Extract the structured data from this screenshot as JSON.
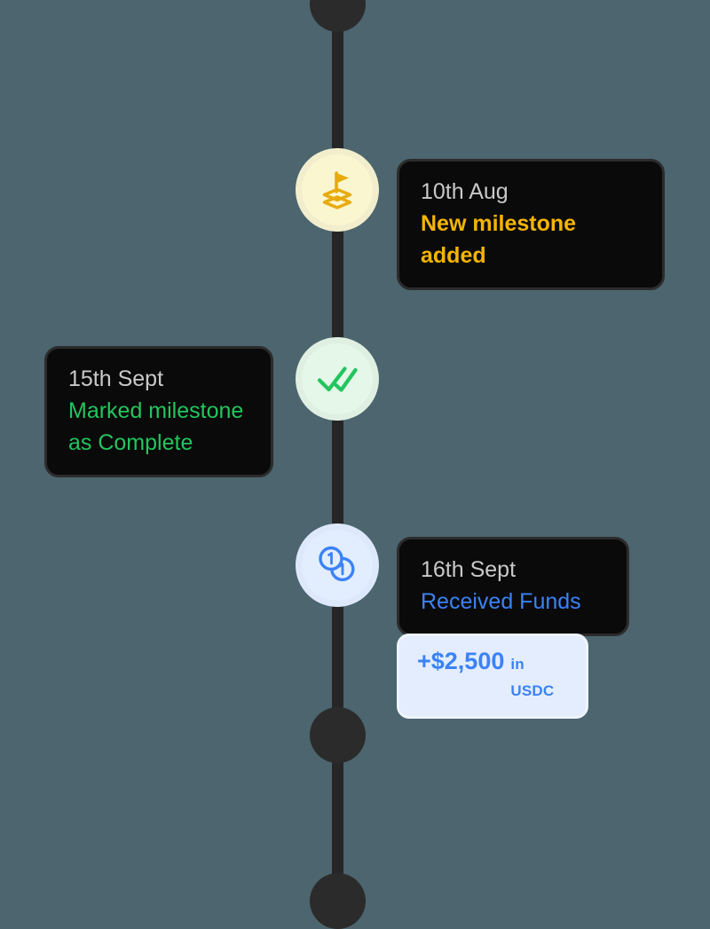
{
  "theme": {
    "background": "#4c656e",
    "spine_color": "#262626",
    "card_background": "#0a0a0a",
    "card_border": "#2c2c2c",
    "date_text_color": "#c9c9c9",
    "amber": "#f5b400",
    "green": "#22c55e",
    "blue": "#3b82f6",
    "badge_background": "#e3edfd"
  },
  "timeline": {
    "nodes": [
      {
        "name": "node-top",
        "type": "plain-dot"
      },
      {
        "name": "node-middle",
        "type": "plain-dot"
      },
      {
        "name": "node-bottom",
        "type": "plain-dot"
      }
    ],
    "events": [
      {
        "id": "milestone-added",
        "icon": "flag-map-icon",
        "icon_bubble_color": "#faf6cf",
        "icon_color": "#e8ab0d",
        "date": "10th Aug",
        "label": "New milestone added",
        "label_color": "#f5b400"
      },
      {
        "id": "milestone-complete",
        "icon": "double-check-icon",
        "icon_bubble_color": "#e4f7e8",
        "icon_color": "#22c55e",
        "date": "15th Sept",
        "label": "Marked milestone as Complete",
        "label_line_1": "Marked milestone",
        "label_line_2": "as Complete",
        "label_color": "#22c55e"
      },
      {
        "id": "received-funds",
        "icon": "coins-icon",
        "icon_bubble_color": "#e2edfd",
        "icon_color": "#3b82f6",
        "date": "16th Sept",
        "label": "Received Funds",
        "label_color": "#3b82f6",
        "amount": {
          "value": "+$2,500",
          "unit": "in USDC"
        }
      }
    ]
  }
}
